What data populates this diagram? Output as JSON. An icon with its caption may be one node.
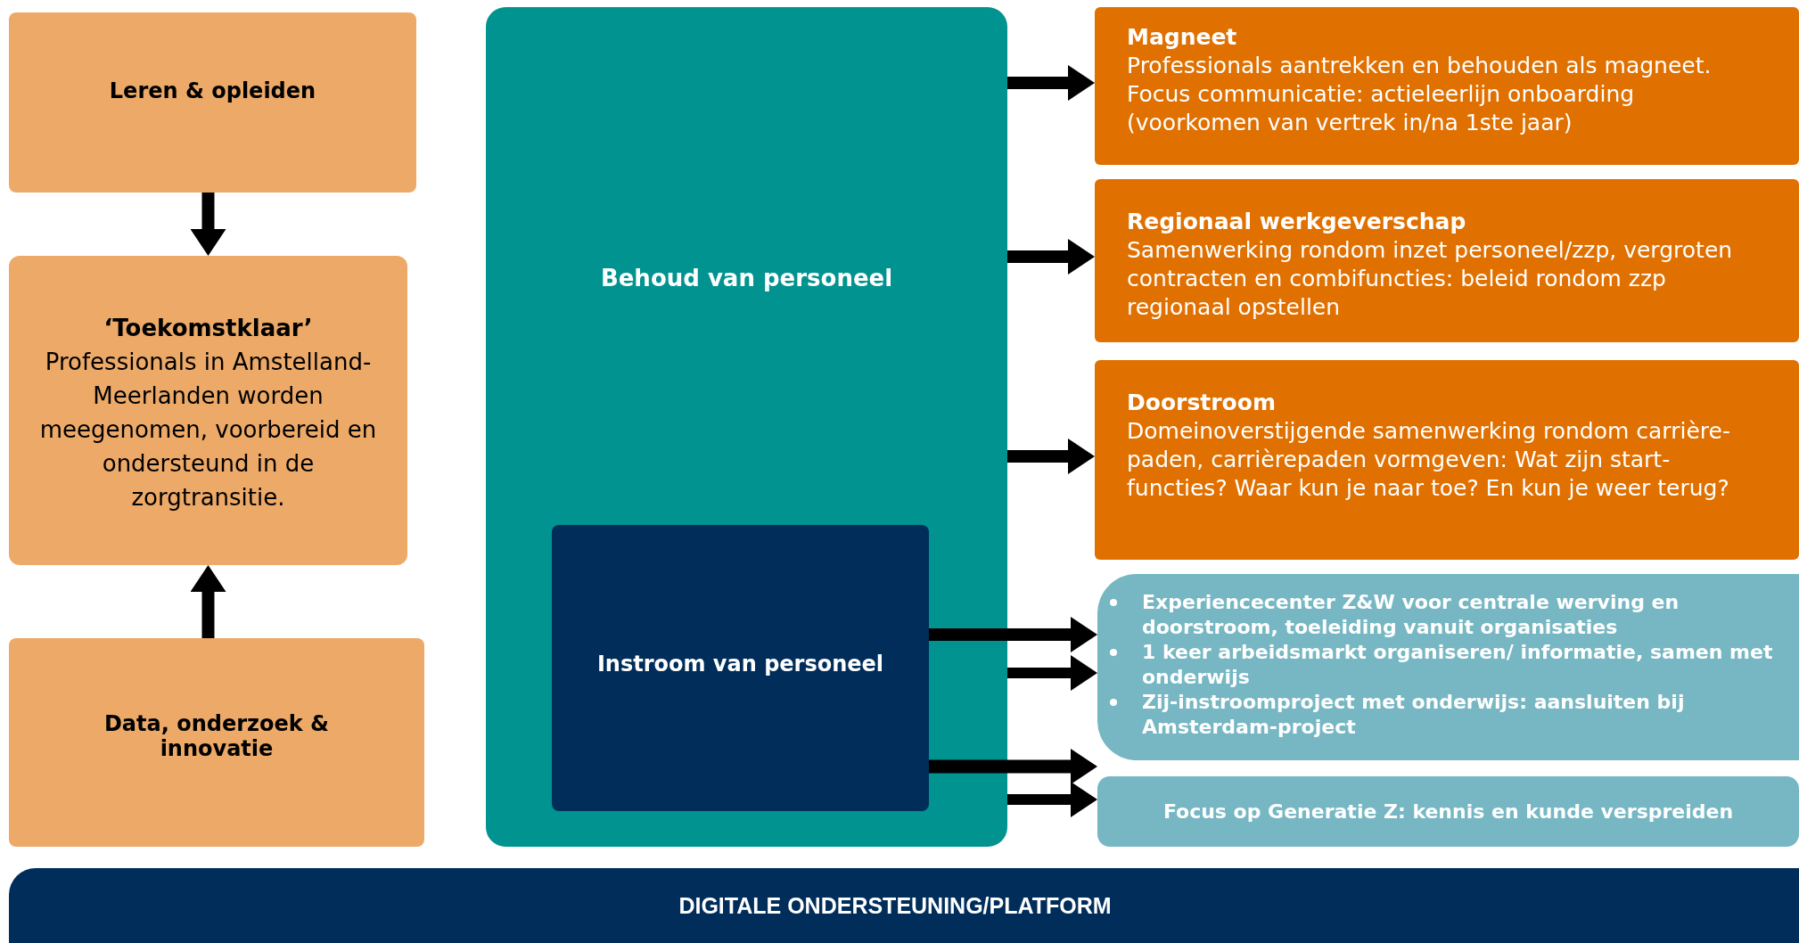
{
  "diagram": {
    "nodes": [
      {
        "text": [
          "Leren & opleiden"
        ]
      },
      {
        "text": [
          "‘Toekomstklaar’",
          "Professionals in Amstelland-Meerlanden worden meegenomen, voorbereid en ondersteund in de zorgtransitie."
        ]
      },
      {
        "text": [
          "Data, onderzoek & innovatie"
        ]
      },
      {
        "text": [
          "Behoud van personeel"
        ]
      },
      {
        "text": [
          "Instroom van personeel"
        ],
        "in": 3
      },
      {
        "text": [
          "Magneet",
          "Professionals aantrekken en behouden als magneet. Focus communicatie: actieleerlijn onboarding (voorkomen van vertrek in/na 1ste jaar)"
        ]
      },
      {
        "text": [
          "Regionaal werkgeverschap",
          "Samenwerking rondom inzet personeel/zzp, vergroten contracten en combifuncties: beleid rondom zzp regionaal opstellen"
        ]
      },
      {
        "text": [
          "Doorstroom",
          "Domeinoverstijgende samenwerking rondom carrière-paden, carrièrepaden vormgeven: Wat zijn start-functies? Waar kun je naar toe? En kun je weer terug?"
        ]
      },
      {
        "text": [
          "Experiencecenter Z&W voor centrale werving en doorstroom, toeleiding vanuit organisaties",
          "1 keer arbeidsmarkt organiseren/ informatie, samen met onderwijs",
          "Zij-instroomproject met onderwijs: aansluiten bij Amsterdam-project"
        ]
      },
      {
        "text": [
          "Focus op Generatie Z: kennis en kunde verspreiden"
        ]
      },
      {
        "text": [
          "DIGITALE ONDERSTEUNING/PLATFORM"
        ]
      }
    ],
    "edges": [
      {
        "from": 0,
        "to": 1,
        "arrow": "to"
      },
      {
        "from": 2,
        "to": 1,
        "arrow": "to"
      },
      {
        "from": 3,
        "to": 5,
        "arrow": "to"
      },
      {
        "from": 3,
        "to": 6,
        "arrow": "to"
      },
      {
        "from": 3,
        "to": 7,
        "arrow": "to"
      },
      {
        "from": 4,
        "to": 8,
        "arrow": "to"
      },
      {
        "from": 3,
        "to": 8,
        "arrow": "to"
      },
      {
        "from": 4,
        "to": 9,
        "arrow": "to"
      },
      {
        "from": 3,
        "to": 9,
        "arrow": "to"
      }
    ]
  }
}
